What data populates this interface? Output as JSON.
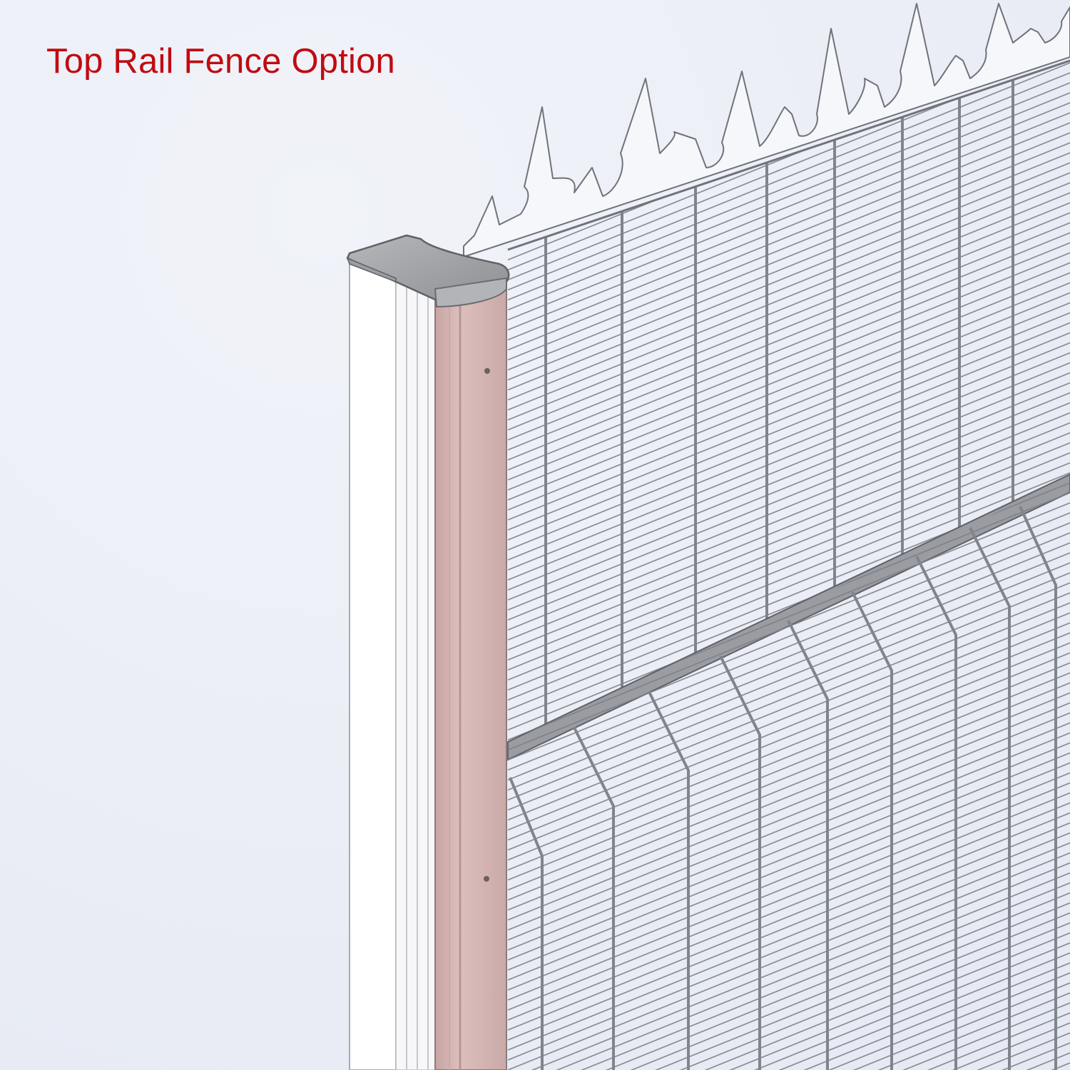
{
  "title": "Top Rail Fence Option",
  "colors": {
    "title": "#c00b12",
    "background": "#eceff7",
    "post_face": "#d7b8b5",
    "post_white": "#ffffff",
    "cap": "#a9aaae",
    "mesh": "#7b7f86"
  },
  "icons": {
    "post": "fence-post-illustration",
    "cap": "post-cap-illustration",
    "spikes": "anti-climb-spike-topping",
    "mesh": "welded-mesh-panel",
    "rail": "top-rail-bar"
  }
}
